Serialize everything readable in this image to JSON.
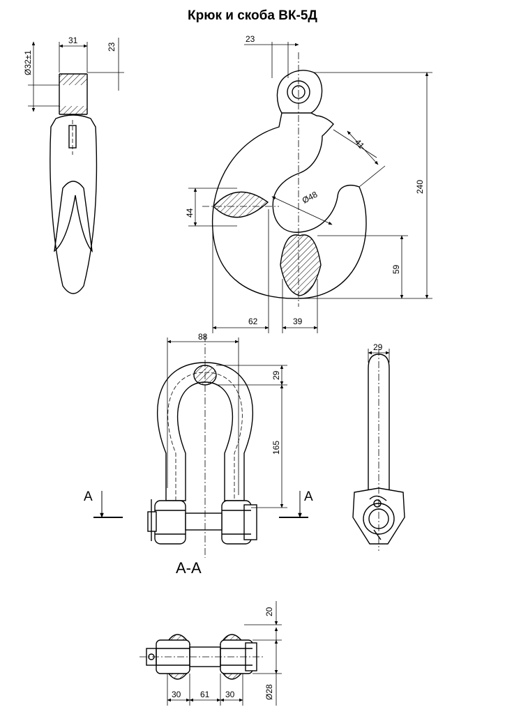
{
  "title": "Крюк и скоба ВК-5Д",
  "hook_side": {
    "dims": {
      "width": "31",
      "top": "23",
      "eye_dia": "Ø32±1"
    }
  },
  "hook_front": {
    "dims": {
      "eye_offset": "23",
      "opening": "41",
      "height": "240",
      "throat_dia": "Ø48",
      "section_left": "44",
      "section_bottom": "59",
      "left_width": "62",
      "right_width": "39"
    }
  },
  "shackle_front": {
    "dims": {
      "width": "88",
      "crown": "29",
      "height": "165"
    },
    "section_mark_left": "A",
    "section_mark_right": "A"
  },
  "shackle_side": {
    "dims": {
      "width": "29"
    }
  },
  "section": {
    "label": "А-А",
    "dims": {
      "left": "30",
      "middle": "61",
      "right": "30",
      "top": "20",
      "pin_dia": "Ø28"
    }
  },
  "colors": {
    "line": "#000000",
    "background": "#ffffff"
  }
}
